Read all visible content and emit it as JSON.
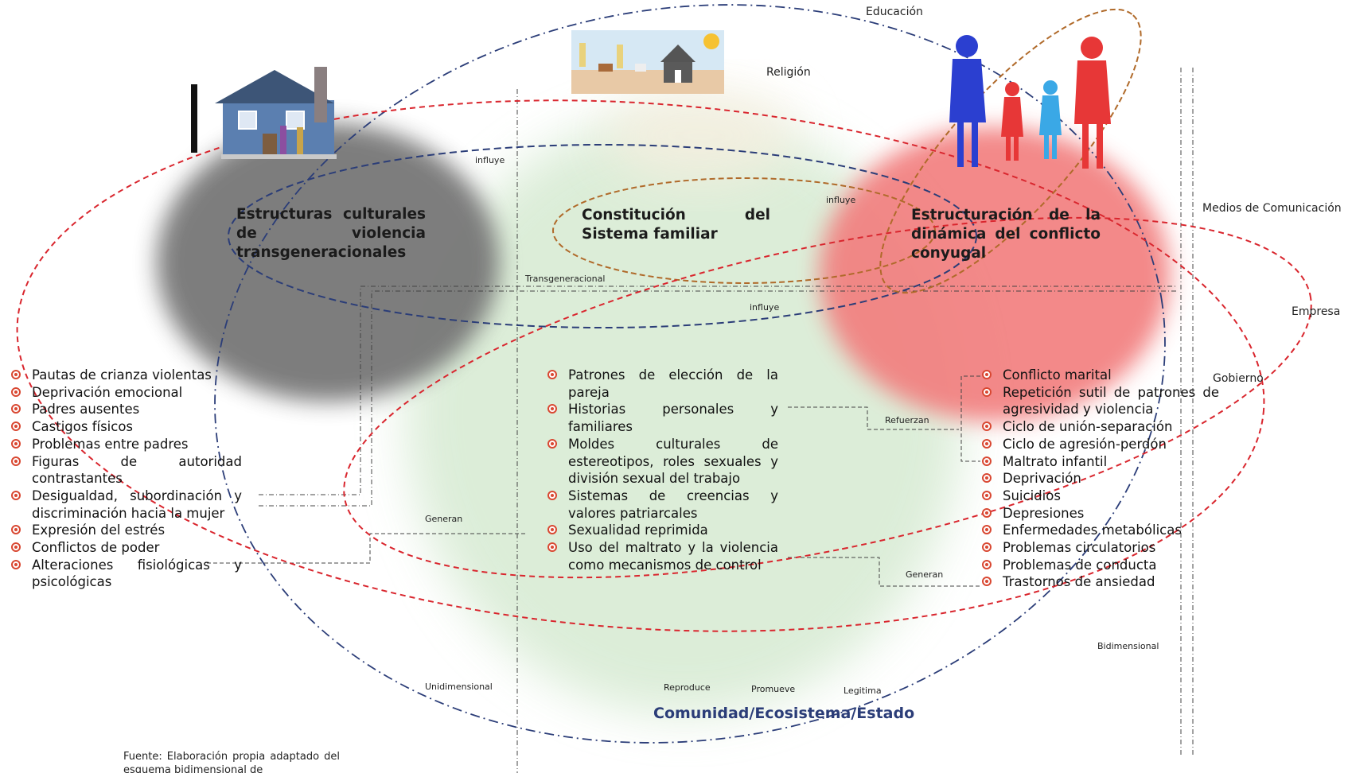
{
  "circles": {
    "left": {
      "title": "Estructuras culturales de violencia transgeneracionales",
      "color": "#7a7a7a"
    },
    "center": {
      "title": "Constitución del Sistema familiar",
      "color": "#d9ecd6"
    },
    "right": {
      "title": "Estructuración de la dinámica del conflicto conyugal",
      "color": "#f28a8a"
    }
  },
  "context_labels": {
    "educacion": "Educación",
    "religion": "Religión",
    "medios": "Medios de Comunicación",
    "empresa": "Empresa",
    "gobierno": "Gobierno"
  },
  "connector_labels": {
    "influye_1": "influye",
    "influye_2": "influye",
    "influye_3": "influye",
    "transgeneracional": "Transgeneracional",
    "refuerzan": "Refuerzan",
    "generan_left": "Generan",
    "generan_right": "Generan",
    "bidimensional": "Bidimensional",
    "unidimensional": "Unidimensional",
    "reproduce": "Reproduce",
    "promueve": "Promueve",
    "legitima": "Legitima"
  },
  "bottom_title": "Comunidad/Ecosistema/Estado",
  "source": "Fuente: Elaboración propia adaptado del esquema bidimensional de",
  "lists": {
    "left": [
      "Pautas de crianza violentas",
      "Deprivación emocional",
      "Padres ausentes",
      "Castigos físicos",
      "Problemas entre padres",
      "Figuras de autoridad contrastantes",
      "Desigualdad, subordinación y discriminación hacia la mujer",
      "Expresión del estrés",
      "Conflictos de poder",
      "Alteraciones fisiológicas y psicológicas"
    ],
    "center": [
      "Patrones de elección de la pareja",
      "Historias personales y familiares",
      "Moldes culturales de estereotipos, roles sexuales y división sexual del trabajo",
      "Sistemas de creencias y valores patriarcales",
      "Sexualidad reprimida",
      "Uso del maltrato y la violencia como mecanismos de control"
    ],
    "right": [
      "Conflicto marital",
      "Repetición sutil de patrones de agresividad y violencia",
      "Ciclo de unión-separación",
      "Ciclo de agresión-perdón",
      "Maltrato infantil",
      "Deprivación",
      "Suicidios",
      "Depresiones",
      "Enfermedades metabólicas",
      "Problemas circulatorios",
      "Problemas de conducta",
      "Trastornos de ansiedad"
    ]
  },
  "colors": {
    "red_dashed": "#d9262e",
    "navy_dashed": "#2b3d78",
    "brown_dashed": "#b06a2a",
    "bullet": "#d94832"
  }
}
